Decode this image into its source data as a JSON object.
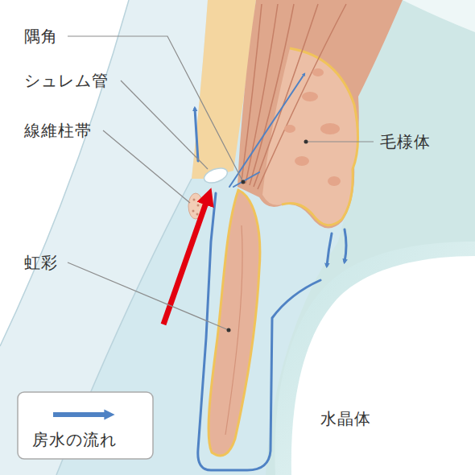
{
  "diagram": {
    "labels": [
      "隅角",
      "シュレム管",
      "線維柱帯",
      "虹彩",
      "毛様体",
      "水晶体"
    ],
    "legend": [
      {
        "text": "房水の流れ"
      }
    ]
  }
}
